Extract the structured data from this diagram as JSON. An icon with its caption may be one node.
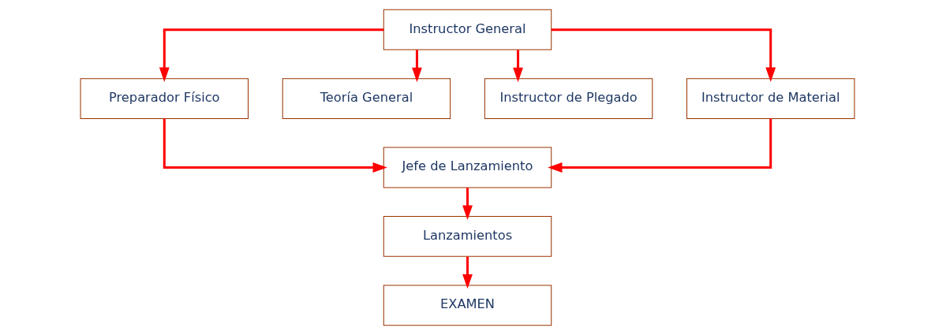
{
  "diagram": {
    "nodes": [
      {
        "text": [
          "Instructor General"
        ]
      },
      {
        "text": [
          "Preparador Físico"
        ]
      },
      {
        "text": [
          "Teoría General"
        ]
      },
      {
        "text": [
          "Instructor de Plegado"
        ]
      },
      {
        "text": [
          "Instructor de Material"
        ]
      },
      {
        "text": [
          "Jefe de Lanzamiento"
        ]
      },
      {
        "text": [
          "Lanzamientos"
        ]
      },
      {
        "text": [
          "EXAMEN"
        ]
      }
    ],
    "edges": [
      {
        "from": 0,
        "to": 1,
        "arrow": "to"
      },
      {
        "from": 0,
        "to": 2,
        "arrow": "to"
      },
      {
        "from": 0,
        "to": 3,
        "arrow": "to"
      },
      {
        "from": 0,
        "to": 4,
        "arrow": "to"
      },
      {
        "from": 1,
        "to": 5,
        "arrow": "to"
      },
      {
        "from": 4,
        "to": 5,
        "arrow": "to"
      },
      {
        "from": 5,
        "to": 6,
        "arrow": "to"
      },
      {
        "from": 6,
        "to": 7,
        "arrow": "to"
      }
    ]
  }
}
